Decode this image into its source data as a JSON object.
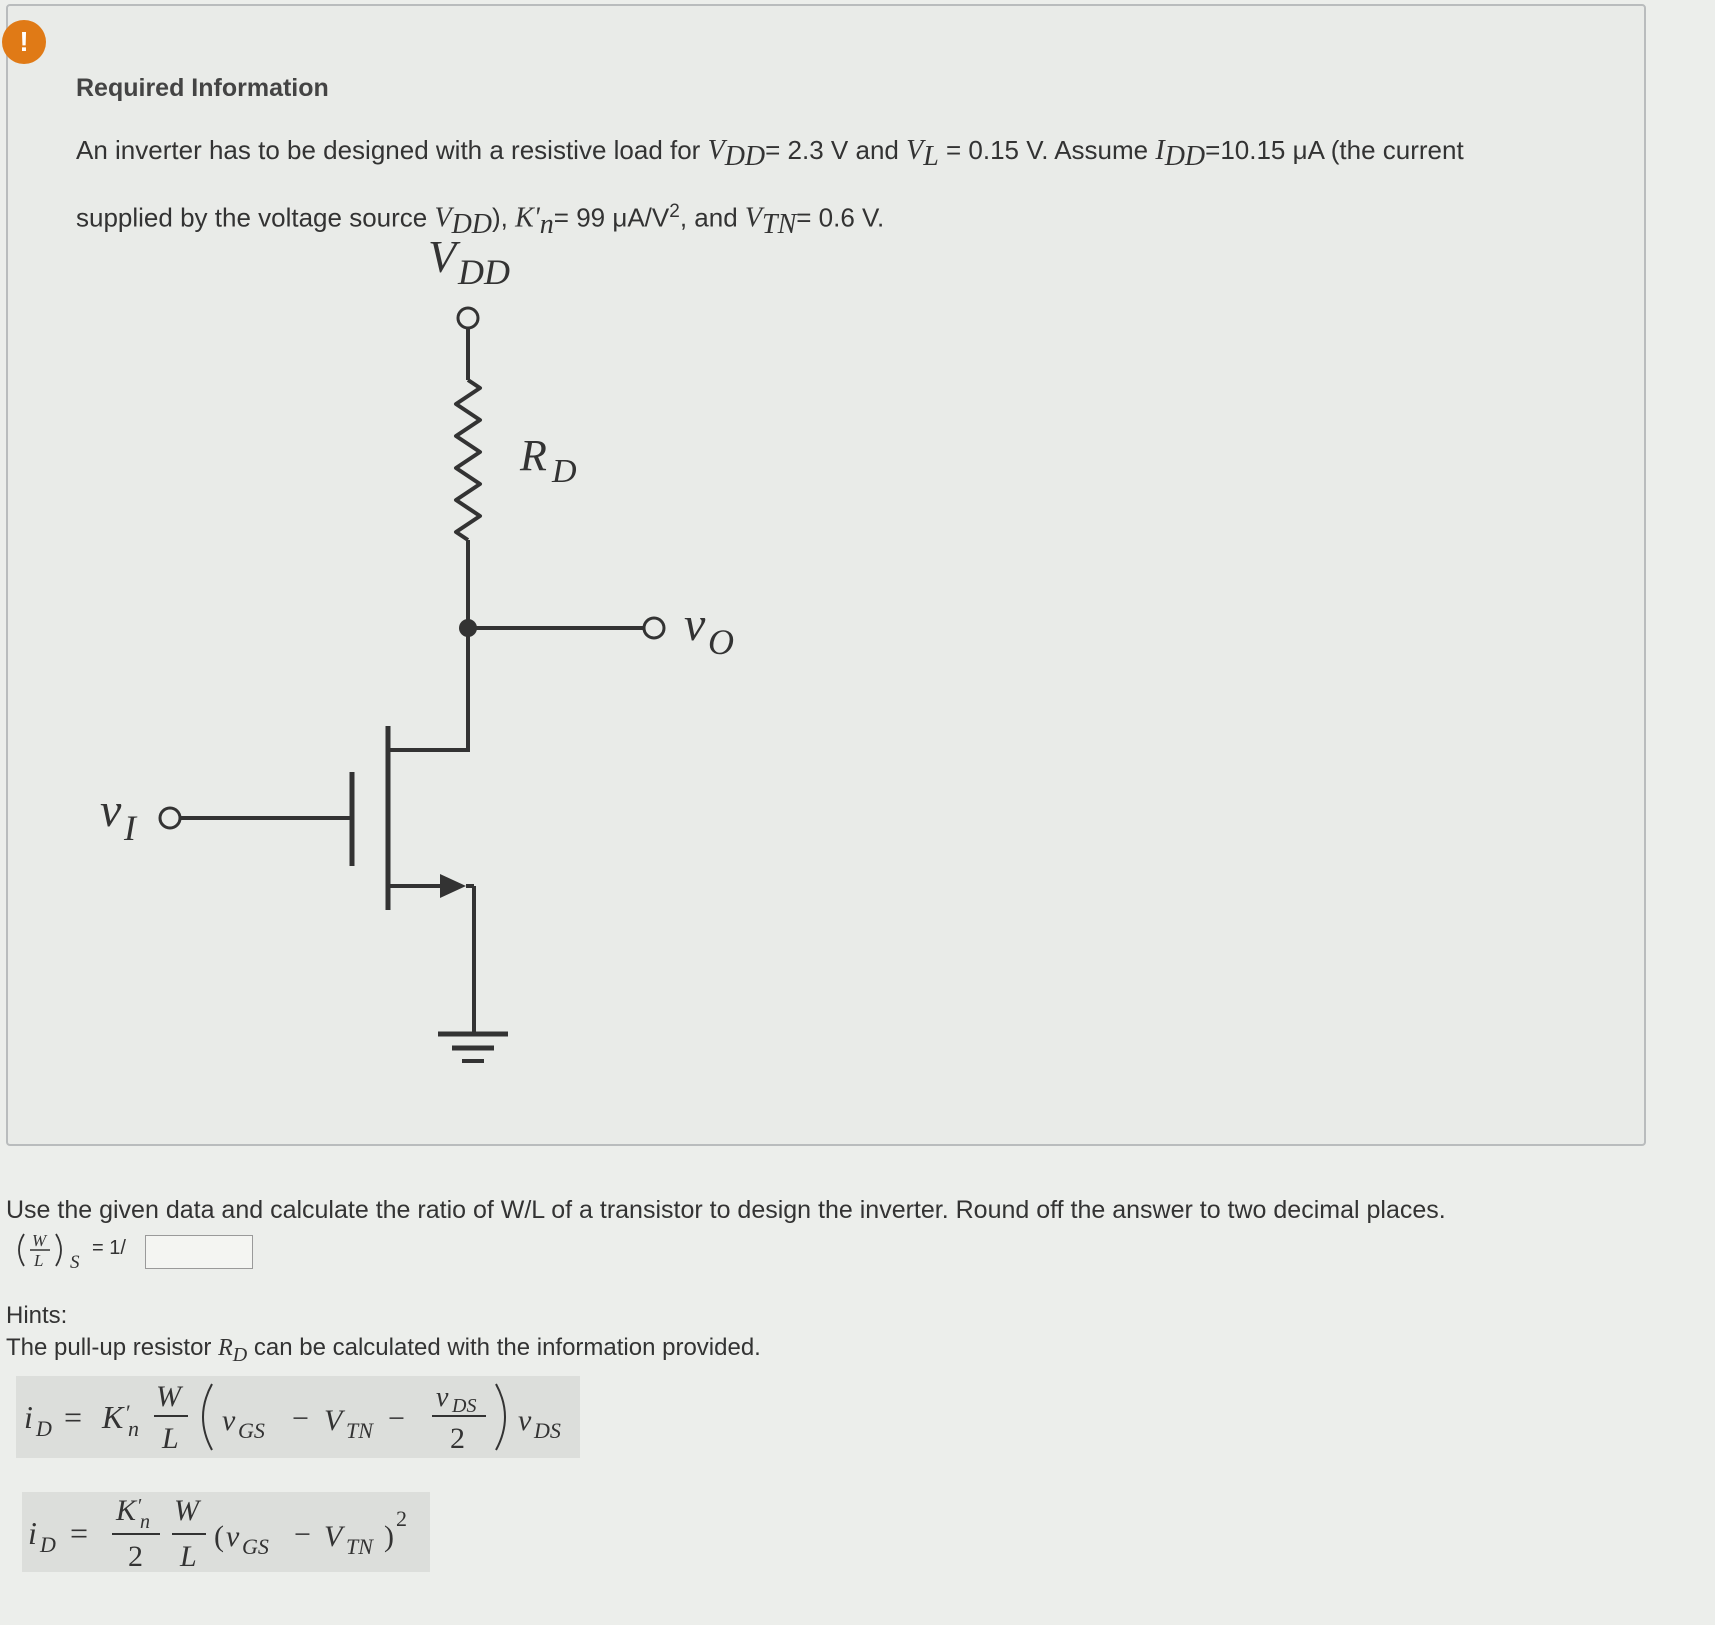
{
  "alert": {
    "symbol": "!"
  },
  "header": {
    "title": "Required Information"
  },
  "problem": {
    "p1": "An inverter has to be designed with a resistive load for ",
    "vdd_sym": "V",
    "vdd_sub": "DD",
    "vdd_val": "= 2.3 V and ",
    "vl_sym": "V",
    "vl_sub": "L",
    "vl_val": " = 0.15 V. Assume ",
    "idd_sym": "I",
    "idd_sub": "DD",
    "idd_val": "=10.15 μA (the current",
    "p2": "supplied by the voltage source ",
    "vdd2_sym": "V",
    "vdd2_sub": "DD",
    "p3": "), ",
    "kn_sym": "K'",
    "kn_sub": "n",
    "kn_val": "= 99 μA/V",
    "kn_sup": "2",
    "p4": ", and ",
    "vtn_sym": "V",
    "vtn_sub": "TN",
    "vtn_val": "= 0.6 V."
  },
  "circuit": {
    "vdd_label": "V",
    "vdd_sub": "DD",
    "rd_label": "R",
    "rd_sub": "D",
    "vo_label": "v",
    "vo_sub": "O",
    "vi_label": "v",
    "vi_sub": "I"
  },
  "question": {
    "text": "Use the given data and calculate the ratio of W/L of a transistor to design the inverter. Round off the answer to two decimal places.",
    "w": "W",
    "l": "L",
    "sub": "S",
    "eq": "= 1/",
    "answer_value": ""
  },
  "hints": {
    "heading": "Hints:",
    "line_pre": "The pull-up resistor ",
    "rd_sym": "R",
    "rd_sub": "D",
    "line_post": " can be calculated with the information provided."
  },
  "equations": {
    "eq1": {
      "lhs": "i",
      "lhs_sub": "D",
      "eq": "=",
      "k": "K",
      "k_sub": "n",
      "w": "W",
      "l": "L",
      "vgs": "v",
      "vgs_sub": "GS",
      "minus": "−",
      "vtn": "V",
      "vtn_sub": "TN",
      "vds_num": "v",
      "vds_num_sub": "DS",
      "two": "2",
      "vds": "v",
      "vds_sub": "DS"
    },
    "eq2": {
      "lhs": "i",
      "lhs_sub": "D",
      "eq": "=",
      "k": "K",
      "k_sub": "n",
      "two": "2",
      "w": "W",
      "l": "L",
      "vgs": "v",
      "vgs_sub": "GS",
      "minus": "−",
      "vtn": "V",
      "vtn_sub": "TN",
      "sq": "2"
    }
  }
}
